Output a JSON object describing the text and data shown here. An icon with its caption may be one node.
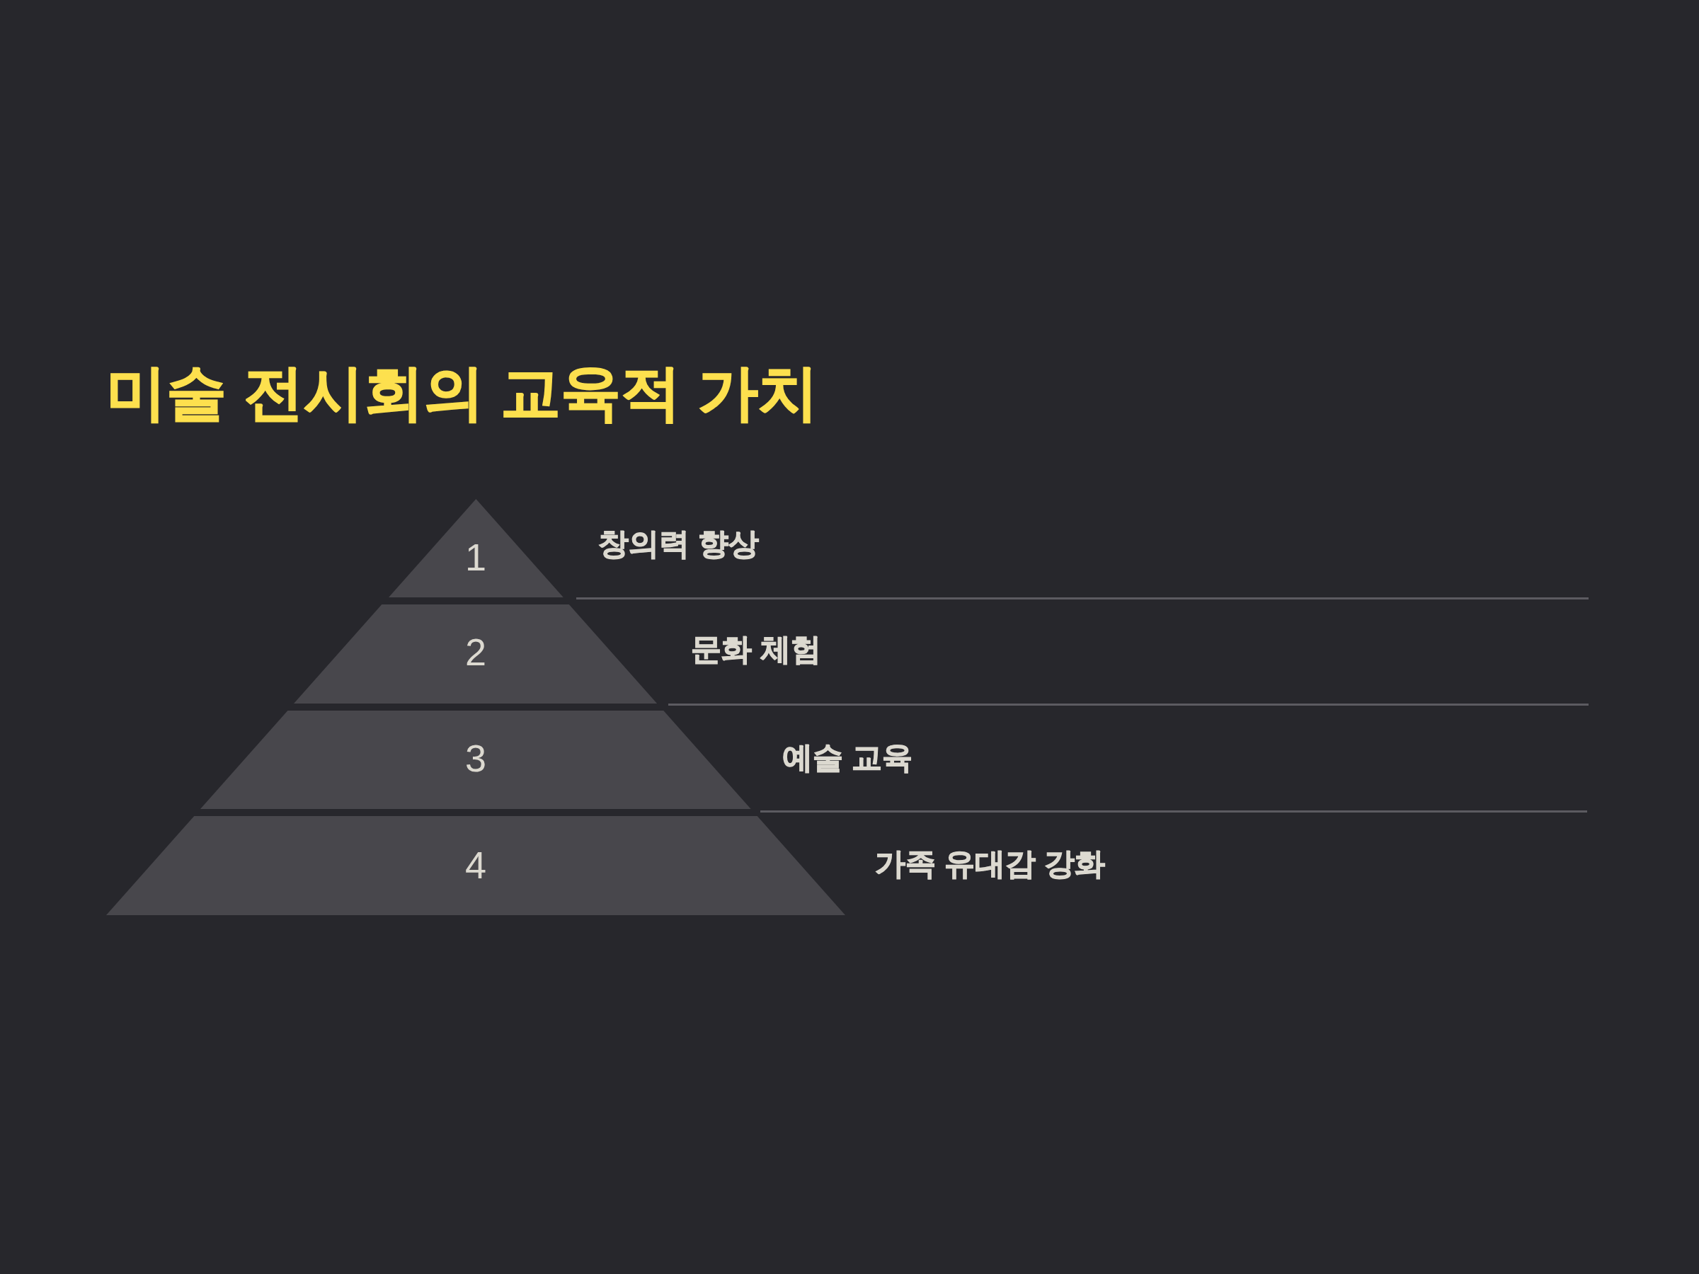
{
  "diagram": {
    "title": "미술 전시회의 교육적 가치",
    "nodes": [
      {
        "text": [
          "1"
        ],
        "beside": [
          "창의력 향상"
        ]
      },
      {
        "text": [
          "2"
        ],
        "beside": [
          "문화 체험"
        ]
      },
      {
        "text": [
          "3"
        ],
        "beside": [
          "예술 교육"
        ]
      },
      {
        "text": [
          "4"
        ],
        "beside": [
          "가족 유대감 강화"
        ]
      }
    ]
  }
}
